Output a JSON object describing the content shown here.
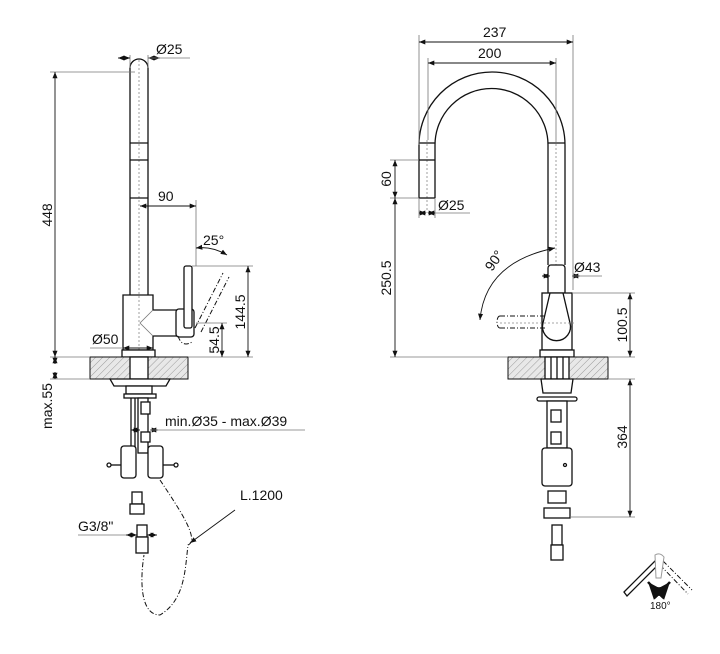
{
  "left_view": {
    "spout_diameter": "Ø25",
    "total_height": "448",
    "handle_offset": "90",
    "handle_angle": "25°",
    "handle_height": "144.5",
    "outlet_height": "54.5",
    "base_diameter": "Ø50",
    "max_counter_thickness": "max.55",
    "hole_diameter": "min.Ø35 - max.Ø39",
    "hose_length": "L.1200",
    "connection_thread": "G3/8\""
  },
  "right_view": {
    "overall_reach": "237",
    "spout_reach": "200",
    "spray_head_length": "60",
    "spray_head_diameter": "Ø25",
    "outlet_height": "250.5",
    "lever_rotation": "90°",
    "body_diameter": "Ø43",
    "body_height": "100.5",
    "under_counter_length": "364"
  },
  "rotation_icon": {
    "label": "180°"
  }
}
